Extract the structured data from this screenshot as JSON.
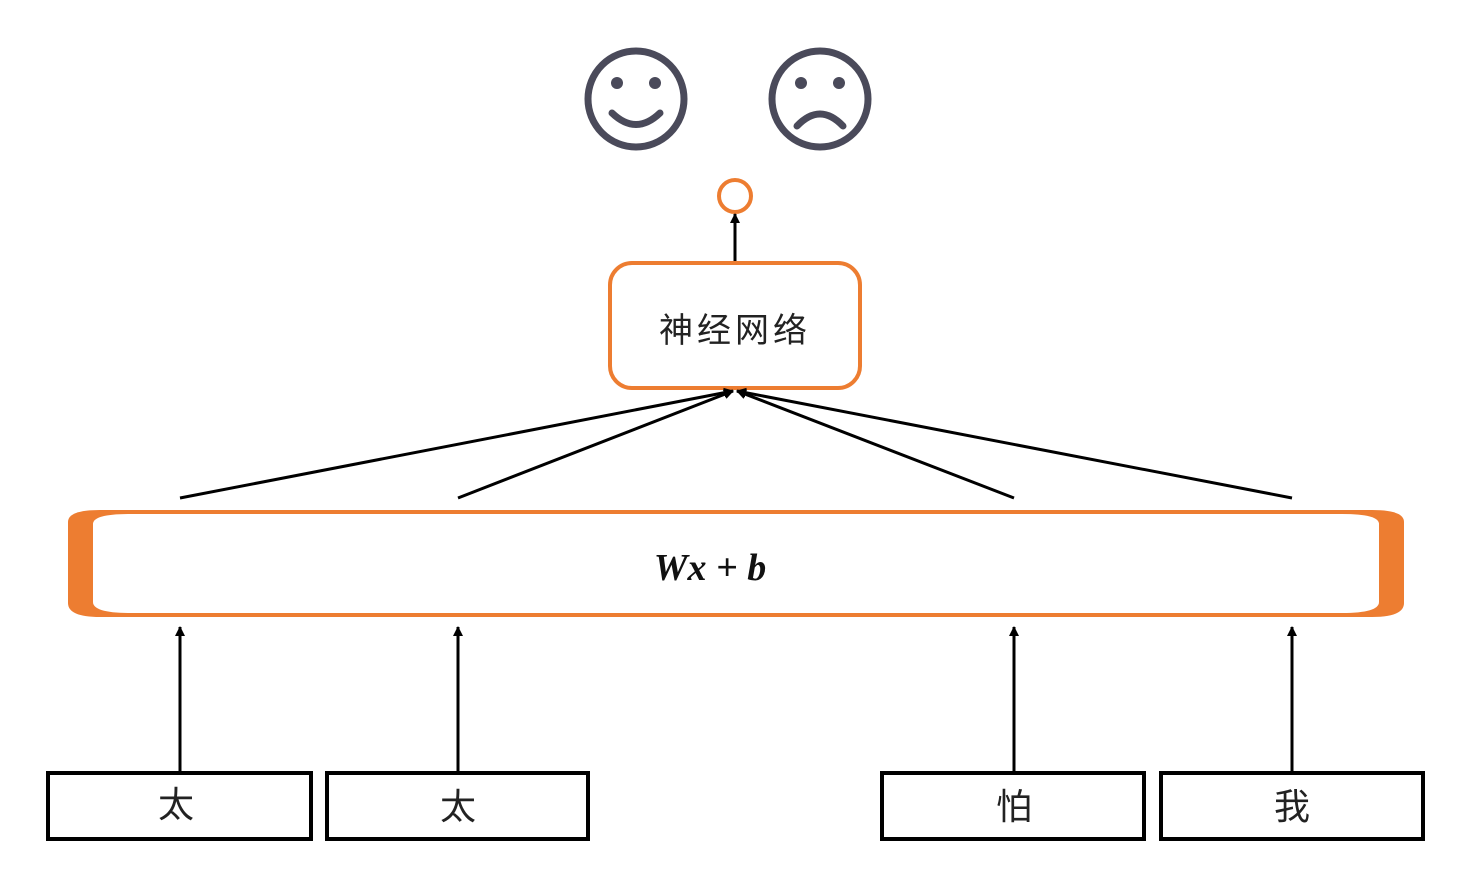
{
  "accent_color": "#ED7D31",
  "face_color": "#4A4A5A",
  "outputs": [
    {
      "icon": "happy-face-icon"
    },
    {
      "icon": "sad-face-icon"
    }
  ],
  "network": {
    "label": "神经网络"
  },
  "layer": {
    "formula": "Wx + b"
  },
  "inputs": [
    {
      "label": "太"
    },
    {
      "label": "太"
    },
    {
      "label": "怕"
    },
    {
      "label": "我"
    }
  ]
}
